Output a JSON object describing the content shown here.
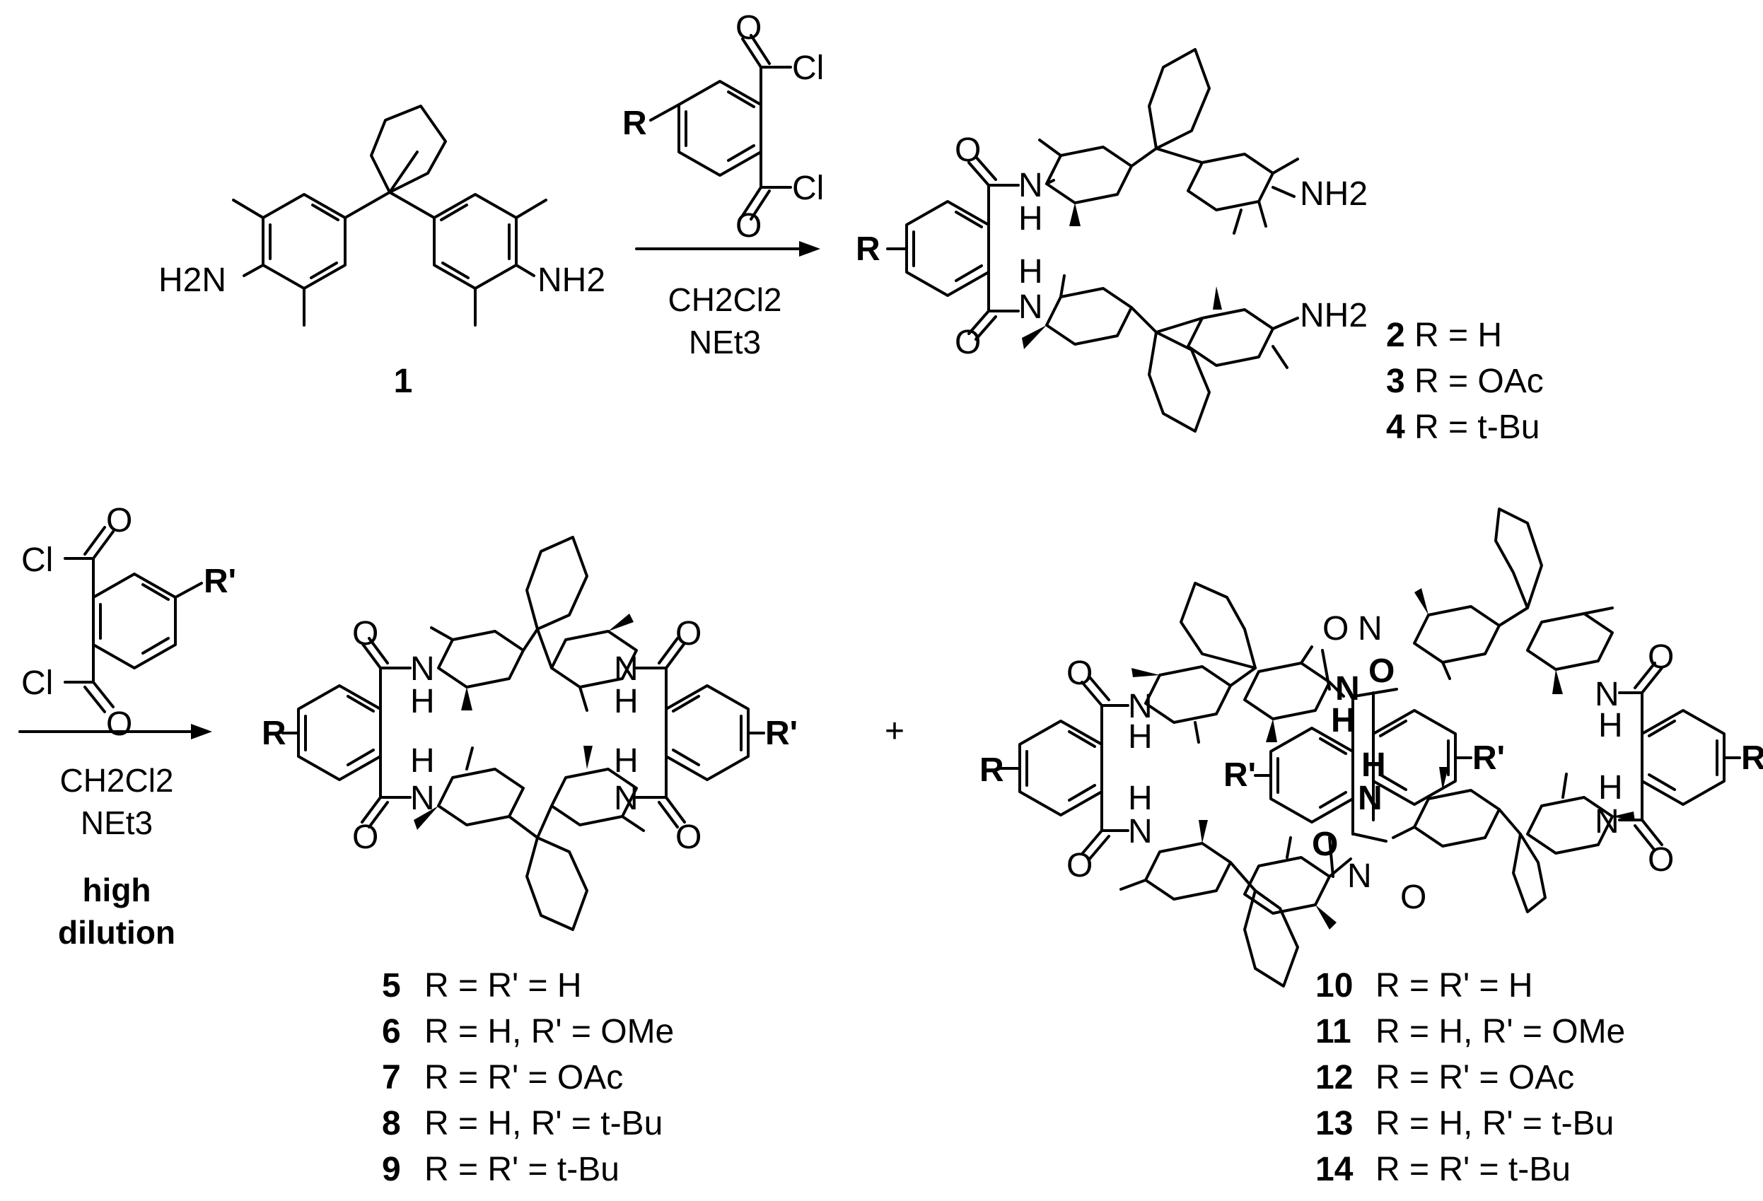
{
  "atoms": {
    "H2N": "H2N",
    "NH2": "NH2",
    "N": "N",
    "H": "H",
    "O": "O",
    "Cl": "Cl",
    "NH": "NH",
    "R": "R",
    "Rp": "R'"
  },
  "compound_1": "1",
  "step1": {
    "solvent": "CH2Cl2",
    "base": "NEt3"
  },
  "step2": {
    "solvent": "CH2Cl2",
    "base": "NEt3",
    "note_line1": "high",
    "note_line2": "dilution"
  },
  "plus": "+",
  "series_2_4": [
    {
      "num": "2",
      "text": "R = H"
    },
    {
      "num": "3",
      "text": "R = OAc"
    },
    {
      "num": "4",
      "text": "R = t-Bu"
    }
  ],
  "series_5_9": [
    {
      "num": "5",
      "text": "R = R' = H"
    },
    {
      "num": "6",
      "text": "R = H, R' = OMe"
    },
    {
      "num": "7",
      "text": "R = R' = OAc"
    },
    {
      "num": "8",
      "text": "R = H, R' = t-Bu"
    },
    {
      "num": "9",
      "text": "R = R' = t-Bu"
    }
  ],
  "series_10_14": [
    {
      "num": "10",
      "text": "R = R' = H"
    },
    {
      "num": "11",
      "text": "R = H, R' = OMe"
    },
    {
      "num": "12",
      "text": "R = R' = OAc"
    },
    {
      "num": "13",
      "text": "R = H, R' = t-Bu"
    },
    {
      "num": "14",
      "text": "R = R' = t-Bu"
    }
  ]
}
